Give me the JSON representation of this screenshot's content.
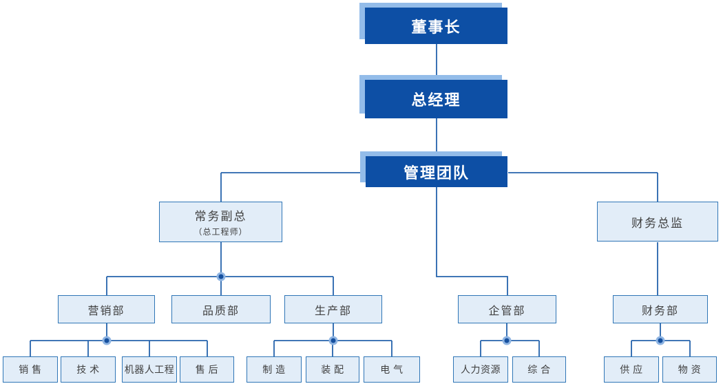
{
  "chart_type": "organization-chart",
  "nodes": {
    "chairman": "董事长",
    "general_manager": "总经理",
    "management_team": "管理团队",
    "executive_vp": "常务副总",
    "executive_vp_sub": "（总工程师）",
    "cfo": "财务总监",
    "marketing_dept": "营销部",
    "quality_dept": "品质部",
    "production_dept": "生产部",
    "enterprise_mgmt_dept": "企管部",
    "finance_dept": "财务部",
    "sales": "销 售",
    "technology": "技 术",
    "robot_engineering": "机器人工程",
    "after_sales": "售 后",
    "manufacturing": "制 造",
    "assembly": "装 配",
    "electrical": "电 气",
    "human_resources": "人力资源",
    "general_affairs": "综 合",
    "supply": "供 应",
    "materials": "物 资"
  },
  "hierarchy": {
    "chairman": [
      "general_manager"
    ],
    "general_manager": [
      "management_team"
    ],
    "management_team": [
      "executive_vp",
      "enterprise_mgmt_dept",
      "cfo"
    ],
    "executive_vp": [
      "marketing_dept",
      "quality_dept",
      "production_dept"
    ],
    "cfo": [
      "finance_dept"
    ],
    "marketing_dept": [
      "sales",
      "technology",
      "robot_engineering",
      "after_sales"
    ],
    "production_dept": [
      "manufacturing",
      "assembly",
      "electrical"
    ],
    "enterprise_mgmt_dept": [
      "human_resources",
      "general_affairs"
    ],
    "finance_dept": [
      "supply",
      "materials"
    ]
  },
  "colors": {
    "accent": "#0d4fa5",
    "shadow": "#93bce9",
    "light_fill": "#e2edf8",
    "border": "#2e75b6",
    "line": "#2563ac",
    "text_dark": "#404040",
    "text_light": "#ffffff",
    "dot_inner": "#16509f",
    "dot_halo": "#8fb5e3"
  }
}
